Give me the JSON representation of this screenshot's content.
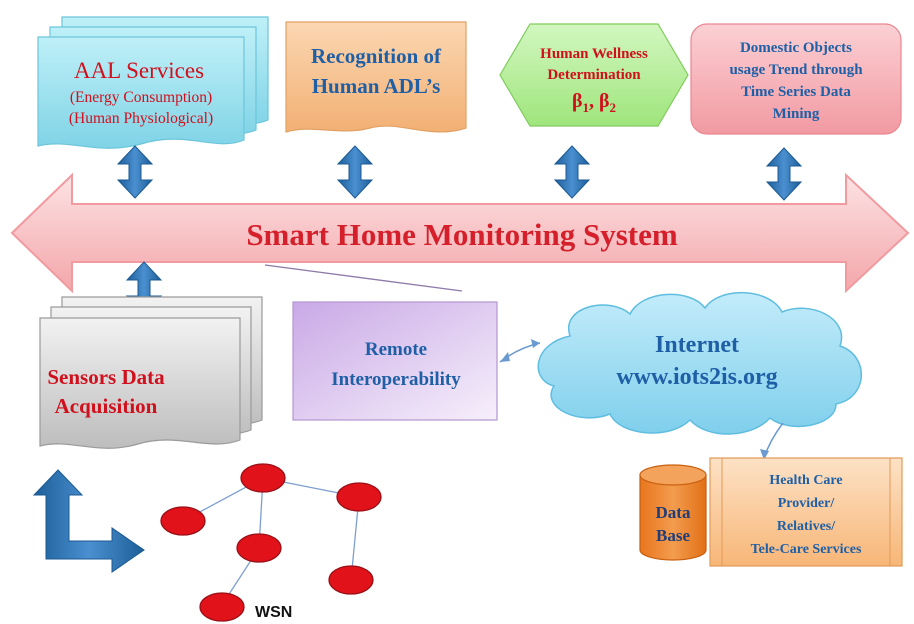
{
  "diagram": {
    "main_bar": {
      "label": "Smart Home Monitoring System"
    },
    "aal_services": {
      "title": "AAL Services",
      "line1": "(Energy Consumption)",
      "line2": "(Human Physiological)"
    },
    "recognition": {
      "line1": "Recognition of",
      "line2": "Human ADL’s"
    },
    "wellness": {
      "line1": "Human Wellness",
      "line2": "Determination",
      "beta1": "β",
      "beta1_sub": "1",
      "separator": ", ",
      "beta2": "β",
      "beta2_sub": "2"
    },
    "domestic": {
      "line1": "Domestic Objects",
      "line2": "usage Trend  through",
      "line3": "Time Series Data",
      "line4": "Mining"
    },
    "sensors": {
      "line1": "Sensors Data",
      "line2": "Acquisition"
    },
    "remote": {
      "line1": "Remote",
      "line2": "Interoperability"
    },
    "internet": {
      "line1": "Internet",
      "line2": "www.iots2is.org"
    },
    "database": {
      "line1": "Data",
      "line2": "Base"
    },
    "health_care": {
      "line1": "Health Care",
      "line2": "Provider/",
      "line3": "Relatives/",
      "line4": "Tele-Care Services"
    },
    "wsn": {
      "label": "WSN"
    },
    "colors": {
      "bar_fill": "#f9c6c9",
      "bar_text": "#d51f2a",
      "arrow_blue": "#2e74b5",
      "aal_fill": "#a6e3ef",
      "recognition_fill": "#f6c592",
      "wellness_fill": "#b7ef9e",
      "domestic_fill": "#f7b1b7",
      "remote_fill": "#dcc6ee",
      "internet_fill": "#9fdcf2",
      "database_fill": "#ee8634",
      "health_fill": "#f9c79a",
      "node_fill": "#e2121b",
      "title_blue": "#1f5fa6",
      "title_red": "#d0101c"
    }
  }
}
